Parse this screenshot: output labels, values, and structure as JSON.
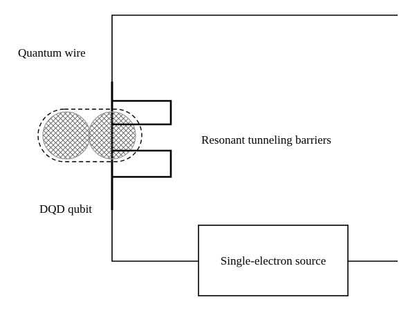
{
  "labels": {
    "quantum_wire": "Quantum wire",
    "barriers": "Resonant tunneling barriers",
    "dqd_qubit": "DQD qubit",
    "source": "Single-electron source"
  },
  "colors": {
    "line": "#000000",
    "hatch": "#555555",
    "dot_outline": "#9a9a9a",
    "background": "#ffffff"
  }
}
